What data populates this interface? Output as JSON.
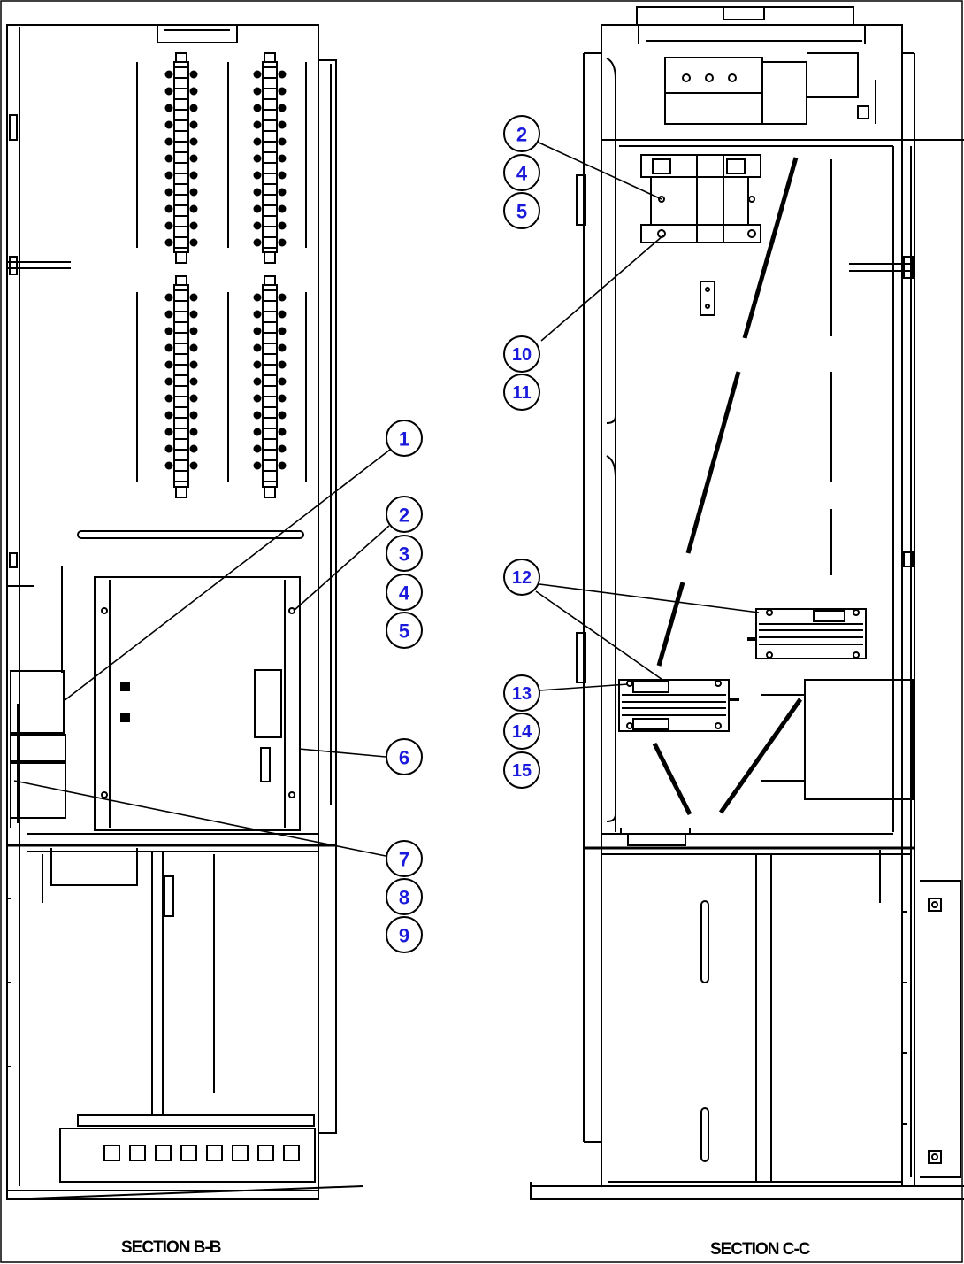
{
  "sections": {
    "bb": {
      "caption": "SECTION B-B"
    },
    "cc": {
      "caption": "SECTION C-C"
    }
  },
  "callouts": {
    "bb": [
      "1",
      "2",
      "3",
      "4",
      "5",
      "6",
      "7",
      "8",
      "9"
    ],
    "cc": [
      "2",
      "4",
      "5",
      "10",
      "11",
      "12",
      "13",
      "14",
      "15"
    ]
  },
  "colors": {
    "line": "#000000",
    "callout_text": "#1a1adb",
    "background": "#ffffff"
  }
}
